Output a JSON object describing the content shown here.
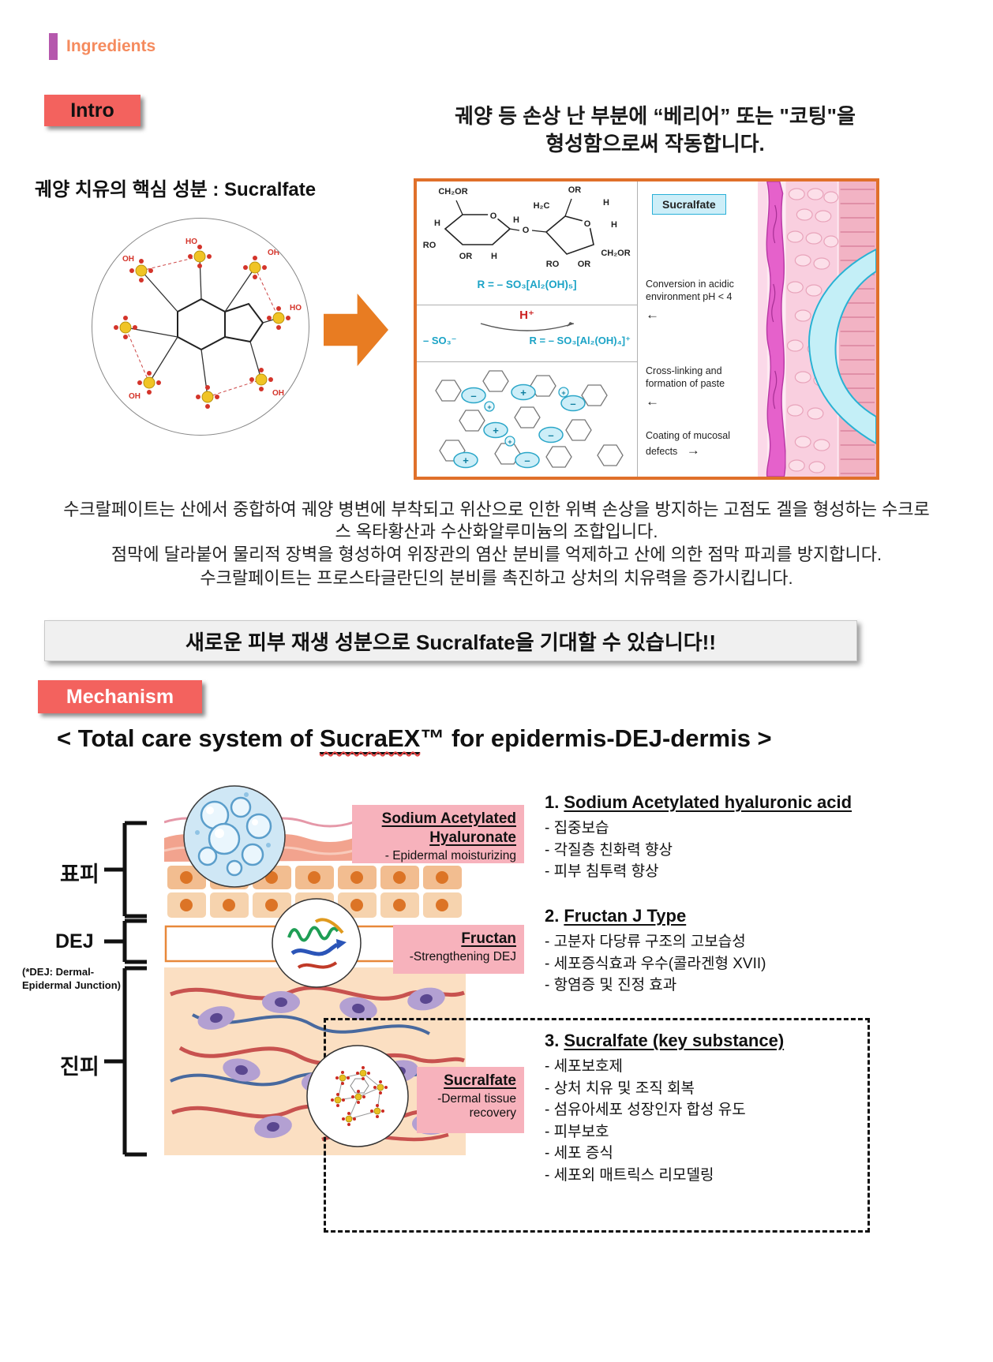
{
  "header": {
    "label": "Ingredients"
  },
  "intro": {
    "badge": "Intro",
    "line1": "궤양 등 손상 난 부분에 “베리어” 또는 \"코팅\"을",
    "line2": "형성함으로써 작동합니다.",
    "key_ingredient": "궤양 치유의 핵심 성분 : Sucralfate"
  },
  "diagram": {
    "chip": "Sucralfate",
    "formula_top": "R = – SO₃[Al₂(OH)₅]",
    "h_plus": "H⁺",
    "so3_minus": "– SO₃⁻",
    "formula_converted": "R = – SO₃[Al₂(OH)₄]⁺",
    "annotations": [
      {
        "text": "Conversion in acidic environment pH < 4",
        "arrow": "←"
      },
      {
        "text": "Cross-linking and formation of paste",
        "arrow": "←"
      },
      {
        "text": "Coating of mucosal defects",
        "arrow": "→"
      }
    ],
    "sugar_labels": [
      "CH₂OR",
      "H",
      "O",
      "H",
      "RO",
      "OR",
      "H",
      "O",
      "H₂C",
      "OR",
      "O",
      "H",
      "RO",
      "OR",
      "CH₂OR",
      "H"
    ],
    "charges": [
      "–",
      "+",
      "–",
      "+",
      "–",
      "+",
      "–",
      "+",
      "+",
      "+"
    ],
    "molecule_labels": [
      "OH",
      "HO",
      "OH",
      "HO",
      "OH",
      "OH"
    ]
  },
  "description": {
    "p1": "수크랄페이트는 산에서 중합하여 궤양 병변에 부착되고 위산으로 인한 위벽 손상을 방지하는 고점도 겔을 형성하는 수크로스 옥타황산과 수산화알루미늄의 조합입니다.",
    "p2": "점막에 달라붙어 물리적 장벽을 형성하여 위장관의 염산 분비를 억제하고 산에 의한 점막 파괴를 방지합니다.",
    "p3": "수크랄페이트는 프로스타글란딘의 분비를 촉진하고 상처의 치유력을 증가시킵니다.",
    "highlight": "새로운 피부 재생 성분으로 Sucralfate을 기대할 수 있습니다!!"
  },
  "mechanism": {
    "badge": "Mechanism",
    "title_prefix": "< Total care system of ",
    "title_brand": "SucraEX",
    "title_suffix": "™ for epidermis-DEJ-dermis >",
    "layers": {
      "epidermis": "표피",
      "dej": "DEJ",
      "dermis": "진피"
    },
    "dej_note_line1": "(*DEJ: Dermal-",
    "dej_note_line2": "Epidermal Junction)",
    "labels": [
      {
        "name": "Sodium Acetylated Hyaluronate",
        "subtitle": "- Epidermal moisturizing"
      },
      {
        "name": "Fructan",
        "subtitle": "-Strengthening DEJ"
      },
      {
        "name": "Sucralfate",
        "subtitle": "-Dermal tissue recovery"
      }
    ],
    "details": [
      {
        "num": "1.",
        "title": "Sodium Acetylated hyaluronic acid",
        "items": [
          "- 집중보습",
          "- 각질층 친화력 향상",
          "- 피부 침투력 향상"
        ]
      },
      {
        "num": "2.",
        "title": "Fructan J Type",
        "items": [
          "- 고분자 다당류 구조의 고보습성",
          "- 세포증식효과 우수(콜라겐형 XVII)",
          "- 항염증 및 진정 효과"
        ]
      },
      {
        "num": "3.",
        "title": "Sucralfate (key substance)",
        "items": [
          "- 세포보호제",
          "- 상처 치유 및 조직 회복",
          "- 섬유아세포 성장인자 합성 유도",
          "- 피부보호",
          "- 세포 증식",
          "- 세포외 매트릭스 리모델링"
        ]
      }
    ]
  },
  "colors": {
    "accent_salmon": "#f3625e",
    "header_purple": "#b558ad",
    "header_orange": "#f58b5e",
    "arrow_orange": "#e87c22",
    "diagram_border": "#e0702a",
    "formula_blue": "#1ba3c6",
    "chip_border_blue": "#2ab0d8",
    "pink_label": "#f7b2bc",
    "highlight_gray": "#f0f0f0"
  },
  "icons": {
    "left_arrow": "←",
    "right_arrow": "→"
  }
}
